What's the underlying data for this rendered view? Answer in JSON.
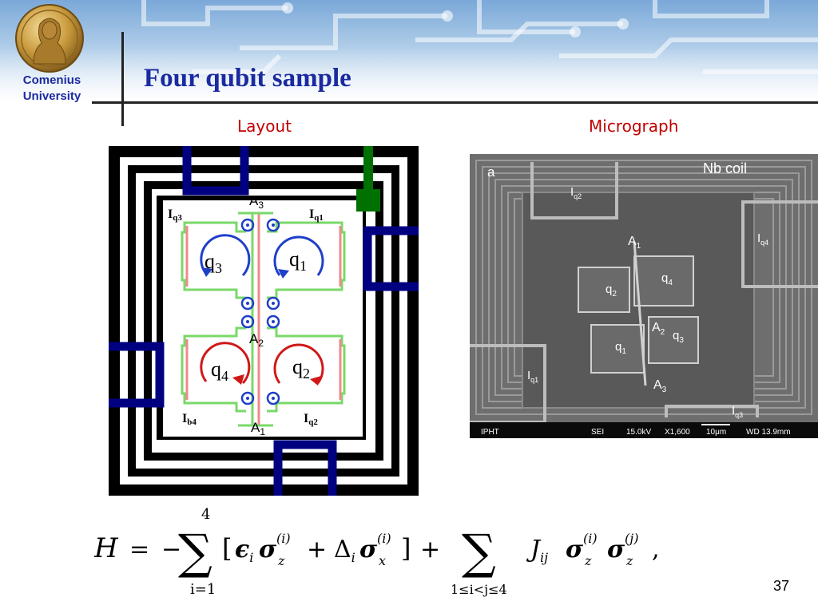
{
  "header": {
    "university_line1": "Comenius",
    "university_line2": "University",
    "title": "Four qubit sample"
  },
  "layout_panel": {
    "label": "Layout",
    "loops": [
      {
        "name": "q",
        "sub": "3",
        "arrow_color": "#1f3fc8"
      },
      {
        "name": "q",
        "sub": "1",
        "arrow_color": "#1f3fc8"
      },
      {
        "name": "q",
        "sub": "4",
        "arrow_color": "#d01818"
      },
      {
        "name": "q",
        "sub": "2",
        "arrow_color": "#d01818"
      }
    ],
    "bias_labels": [
      {
        "name": "I",
        "sub": "q3"
      },
      {
        "name": "I",
        "sub": "q1"
      },
      {
        "name": "I",
        "sub": "b4"
      },
      {
        "name": "I",
        "sub": "q2"
      }
    ],
    "couplers": [
      {
        "name": "A",
        "sub": "3"
      },
      {
        "name": "A",
        "sub": "2"
      },
      {
        "name": "A",
        "sub": "1"
      }
    ],
    "colors": {
      "coil": "#000000",
      "bias_lines": "#000080",
      "pad": "#007000",
      "loop_green": "#7ad86a",
      "loop_red": "#f08a8a"
    }
  },
  "micrograph_panel": {
    "label": "Micrograph",
    "panel_letter": "a",
    "coil_label": "Nb coil",
    "bias_labels": [
      {
        "name": "I",
        "sub": "q2"
      },
      {
        "name": "I",
        "sub": "q4"
      },
      {
        "name": "I",
        "sub": "q1"
      },
      {
        "name": "I",
        "sub": "q3"
      }
    ],
    "qubit_labels": [
      {
        "name": "q",
        "sub": "2"
      },
      {
        "name": "q",
        "sub": "4"
      },
      {
        "name": "q",
        "sub": "1"
      },
      {
        "name": "q",
        "sub": "3"
      }
    ],
    "coupler_labels": [
      {
        "name": "A",
        "sub": "1"
      },
      {
        "name": "A",
        "sub": "2"
      },
      {
        "name": "A",
        "sub": "3"
      }
    ],
    "info_bar": [
      "IPHT",
      "SEI",
      "15.0kV",
      "X1,600",
      "10μm",
      "WD 13.9mm"
    ]
  },
  "formula": {
    "lhs": "H",
    "equals": "=",
    "minus": "−",
    "sum1_upper": "4",
    "sum1_lower": "i=1",
    "bracket_open": "[",
    "eps": "ϵ",
    "eps_sub": "i",
    "sigma": "σ",
    "sub_z": "z",
    "sup_i": "(i)",
    "plus": "+",
    "delta": "Δ",
    "delta_sub": "i",
    "sub_x": "x",
    "bracket_close": "]",
    "sum2_lower": "1≤i<j≤4",
    "J": "J",
    "J_sub": "ij",
    "sup_j": "(j)",
    "comma": ","
  },
  "page_number": "37"
}
